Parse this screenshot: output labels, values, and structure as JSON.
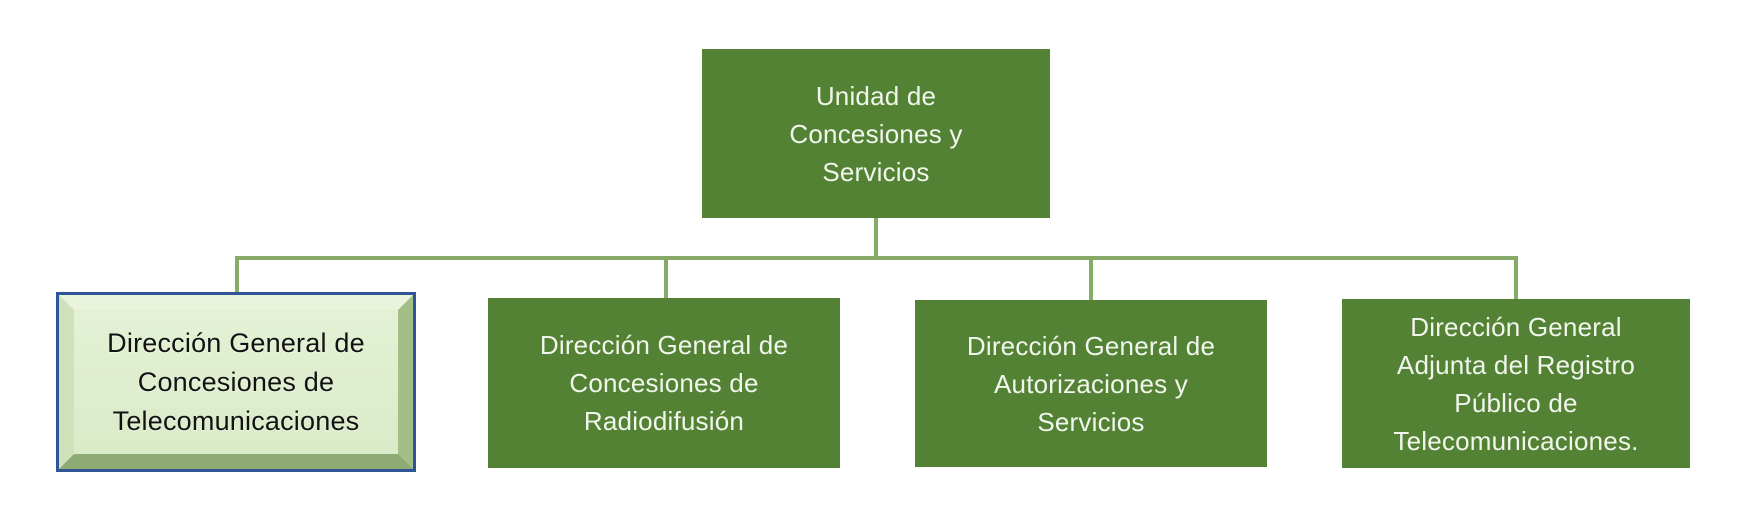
{
  "chart": {
    "type": "org-chart",
    "root": {
      "label": "Unidad de\nConcesiones y\nServicios"
    },
    "children": [
      {
        "label": "Dirección General de\nConcesiones de\nTelecomunicaciones",
        "selected": true
      },
      {
        "label": "Dirección General de\nConcesiones de\nRadiodifusión",
        "selected": false
      },
      {
        "label": "Dirección General de\nAutorizaciones y\nServicios",
        "selected": false
      },
      {
        "label": "Dirección General\nAdjunta del Registro\nPúblico de\nTelecomunicaciones.",
        "selected": false
      }
    ],
    "colors": {
      "node_fill": "#548235",
      "node_text": "#F1F6EC",
      "connector": "#86AA68",
      "selected_border": "#2E5596",
      "selected_fill": "#DCEDCB",
      "selected_text": "#121212"
    }
  }
}
